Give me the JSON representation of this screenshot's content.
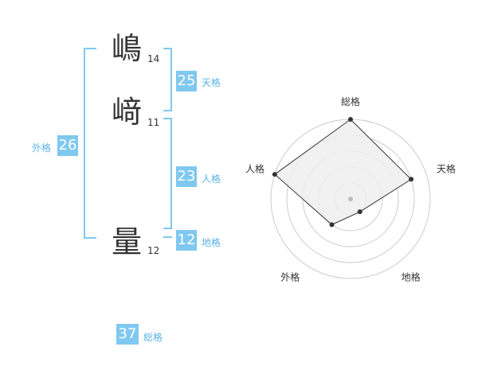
{
  "characters": [
    {
      "char": "嶋",
      "strokes": "14"
    },
    {
      "char": "﨑",
      "strokes": "11"
    },
    {
      "char": "量",
      "strokes": "12"
    }
  ],
  "kaku": {
    "tenkaku": {
      "value": "25",
      "label": "天格"
    },
    "jinkaku": {
      "value": "23",
      "label": "人格"
    },
    "chikaku": {
      "value": "12",
      "label": "地格"
    },
    "gaikaku": {
      "value": "26",
      "label": "外格"
    },
    "soukaku": {
      "value": "37",
      "label": "総格"
    }
  },
  "chart_data": {
    "type": "radar",
    "axes": [
      "総格",
      "天格",
      "地格",
      "外格",
      "人格"
    ],
    "values": [
      5,
      4,
      1,
      2,
      5
    ],
    "max": 5,
    "rings": 5,
    "colors": {
      "fill": "#eeeeee",
      "ring": "#cccccc",
      "line": "#333333",
      "point": "#333333"
    }
  },
  "colors": {
    "accent": "#7fc8f0",
    "label": "#5ab4e4",
    "text": "#333333"
  }
}
